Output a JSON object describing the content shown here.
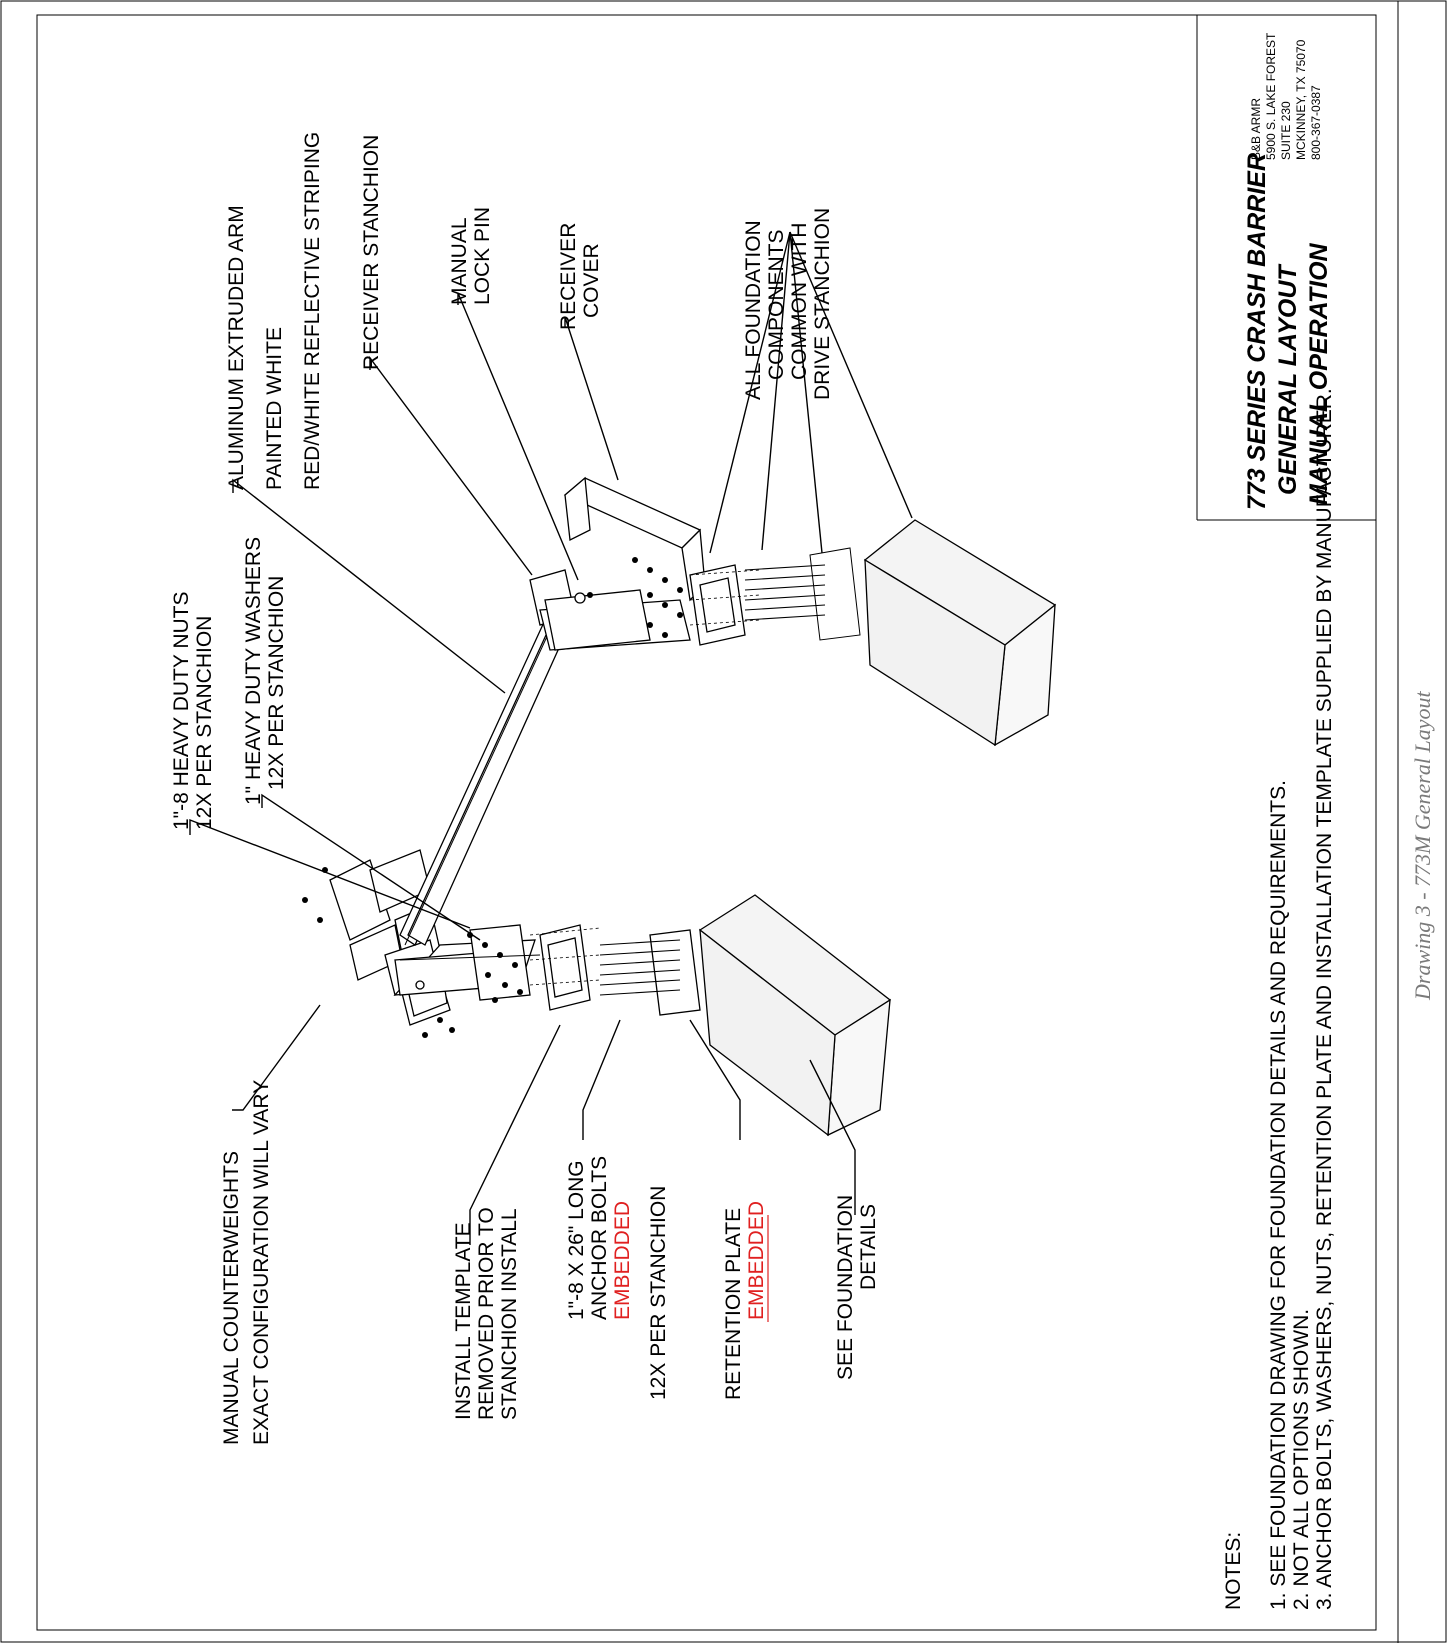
{
  "title_block": {
    "title_lines": [
      "773 SERIES CRASH BARRIER",
      "GENERAL LAYOUT",
      "MANUAL OPERATION"
    ],
    "company_lines": [
      "B&B ARMR",
      "5900 S. LAKE FOREST",
      "SUITE 230",
      "MCKINNEY, TX 75070",
      "800-367-0387"
    ]
  },
  "callouts": {
    "counterweights": [
      "MANUAL COUNTERWEIGHTS",
      "EXACT CONFIGURATION WILL VARY"
    ],
    "install_template": [
      "INSTALL TEMPLATE",
      "REMOVED PRIOR TO",
      "STANCHION INSTALL"
    ],
    "anchor_bolts": [
      "1\"-8 X 26\" LONG",
      "ANCHOR BOLTS",
      "EMBEDDED",
      "12X PER STANCHION"
    ],
    "retention_plate": [
      "RETENTION PLATE",
      "EMBEDDED"
    ],
    "see_foundation": [
      "SEE FOUNDATION",
      "DETAILS"
    ],
    "nuts": [
      "1\"-8 HEAVY DUTY NUTS",
      "12X PER STANCHION"
    ],
    "washers": [
      "1\" HEAVY DUTY WASHERS",
      "12X PER STANCHION"
    ],
    "arm": [
      "ALUMINUM EXTRUDED ARM",
      "PAINTED WHITE",
      "RED/WHITE REFLECTIVE STRIPING"
    ],
    "receiver_stanchion": [
      "RECEIVER STANCHION"
    ],
    "lock_pin": [
      "MANUAL",
      "LOCK PIN"
    ],
    "receiver_cover": [
      "RECEIVER",
      "COVER"
    ],
    "foundation_common": [
      "ALL FOUNDATION",
      "COMPONENTS",
      "COMMON WITH",
      "DRIVE STANCHION"
    ]
  },
  "notes": {
    "heading": "NOTES:",
    "items": [
      "1. SEE FOUNDATION DRAWING FOR FOUNDATION DETAILS AND REQUIREMENTS.",
      "2. NOT ALL OPTIONS SHOWN.",
      "3. ANCHOR BOLTS, WASHERS, NUTS, RETENTION PLATE AND INSTALLATION TEMPLATE SUPPLIED BY MANUFACTURER."
    ]
  },
  "caption": "Drawing 3 - 773M General Layout"
}
